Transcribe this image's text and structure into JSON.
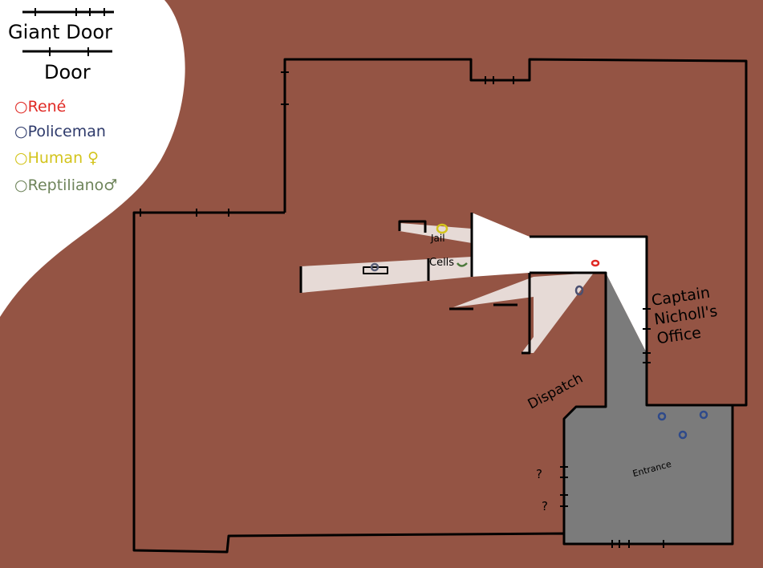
{
  "legend": {
    "giant_door": "Giant Door",
    "door": "Door",
    "items": [
      {
        "label": "René",
        "color": "#e02a25"
      },
      {
        "label": "Policeman",
        "color": "#2e3a6b"
      },
      {
        "label": "Human ♀",
        "color": "#d3c41c"
      },
      {
        "label": "Reptiliano♂",
        "color": "#6e845a"
      }
    ]
  },
  "rooms": {
    "jail": "Jail",
    "cells": "Cells",
    "office": "Captain Nicholl's Office",
    "dispatch": "Dispatch",
    "entrance": "Entrance",
    "unknown1": "?",
    "unknown2": "?"
  },
  "colors": {
    "background": "#945444",
    "lit": "#ffffff",
    "beam": "#e6dad6",
    "shadow": "#7b7b7b"
  }
}
